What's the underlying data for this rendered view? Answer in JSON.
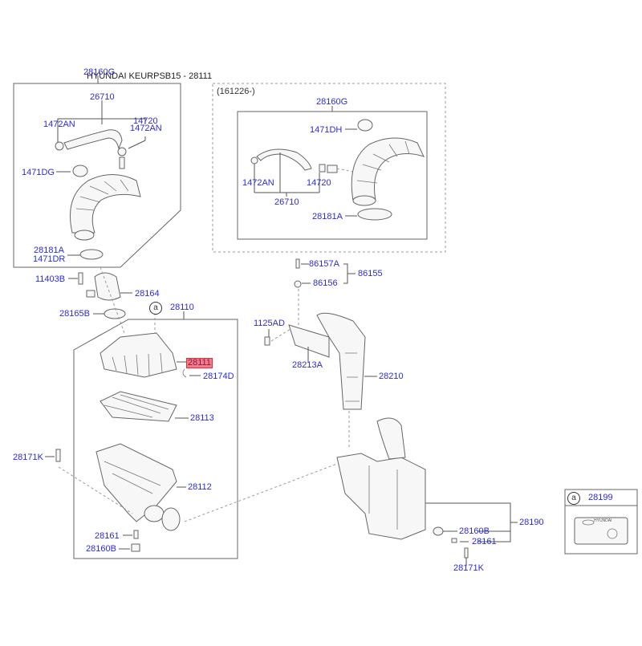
{
  "title": "HYUNDAI KEURPSB15 - 28111",
  "highlight_color": "#f47a86",
  "label_color": "#2b2bdc",
  "group_left": {
    "header": "28160G",
    "labels": {
      "hose": "26710",
      "clamp_left": "1472AN",
      "fitting": "14720",
      "clamp_right": "1472AN",
      "clamp_top": "1471DG",
      "clamp_bottom_a": "28181A",
      "clamp_bottom_b": "1471DR"
    }
  },
  "group_right": {
    "note": "(161226-)",
    "header": "28160G",
    "labels": {
      "clamp_top": "1471DH",
      "clamp_left": "1472AN",
      "hose": "26710",
      "fitting": "14720",
      "clamp_bottom": "28181A"
    }
  },
  "main": {
    "bolt_sensor": "11403B",
    "sensor": "28164",
    "gasket": "28165B",
    "assembly": "28110",
    "ref_marker": "a",
    "cover": "28111",
    "clip": "28174D",
    "filter": "28113",
    "bolt": "28171K",
    "body": "28112",
    "insert": "28161",
    "grommet": "28160B"
  },
  "duct": {
    "pin": "86157A",
    "grommet": "86156",
    "fastener_kit": "86155",
    "bolt": "1125AD",
    "bracket": "28213A",
    "duct": "28210"
  },
  "resonator": {
    "assembly": "28190",
    "grommet": "28160B",
    "insert": "28161",
    "bolt": "28171K"
  },
  "label_box": {
    "marker": "a",
    "part": "28199",
    "brand": "HYUNDAI"
  }
}
